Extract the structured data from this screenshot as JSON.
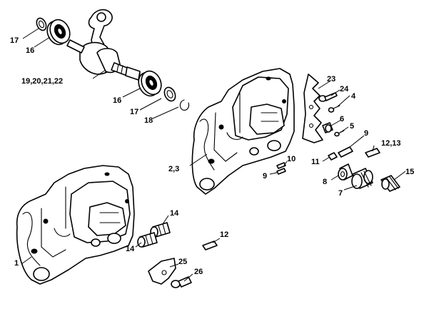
{
  "callouts": {
    "c1": "1",
    "c2_3": "2,3",
    "c4": "4",
    "c5": "5",
    "c6": "6",
    "c7": "7",
    "c8": "8",
    "c9_left": "9",
    "c9_right": "9",
    "c10": "10",
    "c11": "11",
    "c12_lower": "12",
    "c12_13": "12,13",
    "c14_top": "14",
    "c14_bottom": "14",
    "c15": "15",
    "c16_top": "16",
    "c16_bottom": "16",
    "c17_top": "17",
    "c17_bottom": "17",
    "c18": "18",
    "c19_22": "19,20,21,22",
    "c23": "23",
    "c24": "24",
    "c25": "25",
    "c26": "26"
  }
}
